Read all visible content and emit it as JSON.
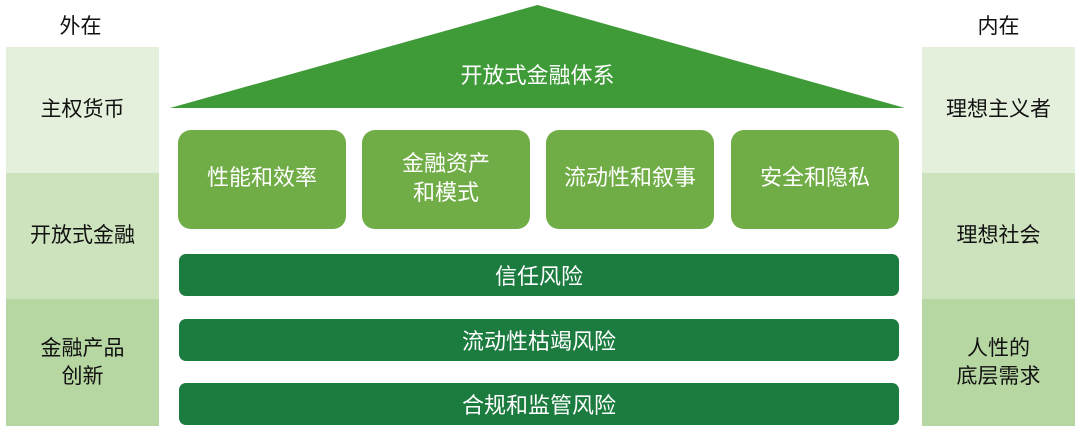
{
  "left": {
    "title": "外在",
    "items": [
      "主权货币",
      "开放式金融",
      "金融产品\n创新"
    ]
  },
  "right": {
    "title": "内在",
    "items": [
      "理想主义者",
      "理想社会",
      "人性的\n底层需求"
    ]
  },
  "roof": {
    "label": "开放式金融体系"
  },
  "pillars": [
    "性能和效率",
    "金融资产\n和模式",
    "流动性和叙事",
    "安全和隐私"
  ],
  "risks": [
    "信任风险",
    "流动性枯竭风险",
    "合规和监管风险"
  ],
  "colors": {
    "roof": "#3f9a38",
    "pillar": "#70ad47",
    "risk_bar": "#1c7b3f",
    "side_light": "#e5f0dc",
    "side_mid": "#cde3bd",
    "side_dark": "#b6d7a2"
  }
}
